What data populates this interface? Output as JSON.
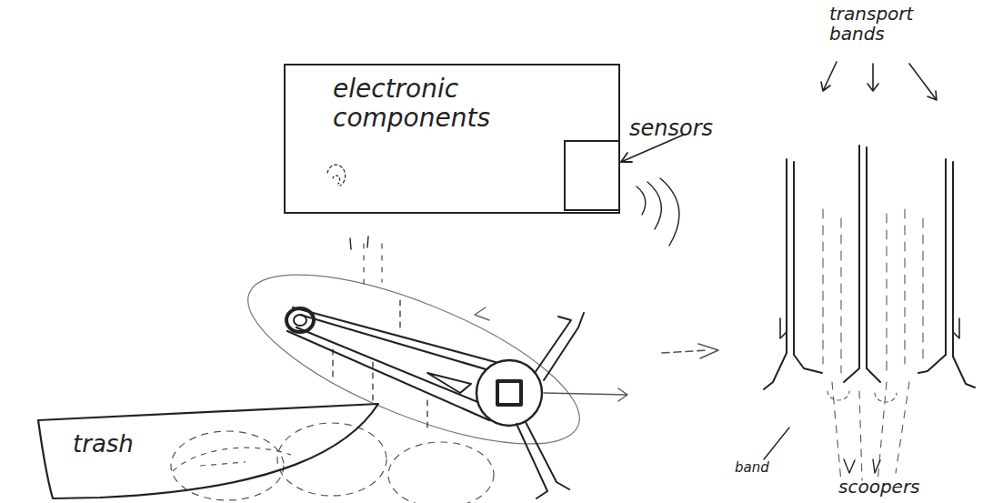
{
  "diagram": {
    "nodes": [
      {
        "text": [
          "electronic components"
        ]
      },
      {
        "text": [
          "sensors"
        ],
        "in": 0
      },
      {
        "text": [
          "trash"
        ]
      }
    ],
    "labels": [
      "transport bands",
      "band",
      "scoopers"
    ]
  }
}
